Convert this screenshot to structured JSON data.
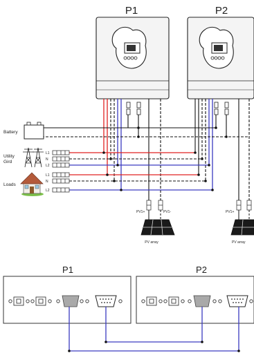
{
  "top_diagram": {
    "inverter_1_label": "P1",
    "inverter_2_label": "P2",
    "battery_label": "Battery",
    "utility_label_1": "Utility",
    "utility_label_2": "Gird",
    "loads_label": "Loads",
    "terminal_l1": "L1",
    "terminal_n": "N",
    "terminal_l2": "L2",
    "pv_plus": "PV1+",
    "pv_minus": "PV1-",
    "pv_array_label": "PV array"
  },
  "bottom_diagram": {
    "panel_1_label": "P1",
    "panel_2_label": "P2"
  },
  "colors": {
    "red_wire": "#e02020",
    "blue_wire": "#3a3ac0",
    "black_wire": "#111111",
    "dashed_wire": "#111111",
    "inverter_face": "#f4f4f4"
  }
}
